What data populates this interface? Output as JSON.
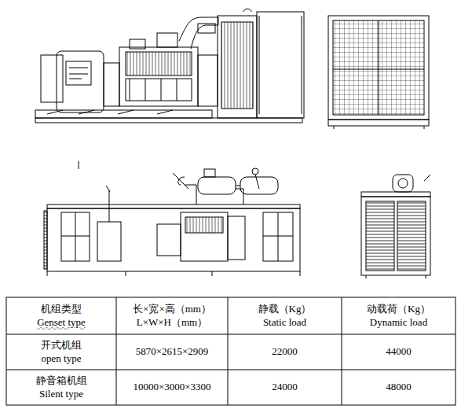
{
  "diagram": {
    "labels": [
      "机组类型",
      "Genset type",
      "长×宽×高（mm）",
      "L×W×H（mm）",
      "静载（Kg）",
      "Static load",
      "动载荷（Kg）",
      "Dynamic load",
      "开式机组",
      "open type",
      "5870×2615×2909",
      "22000",
      "44000",
      "静音箱机组",
      "Silent type",
      "10000×3000×3300",
      "24000",
      "48000"
    ]
  }
}
